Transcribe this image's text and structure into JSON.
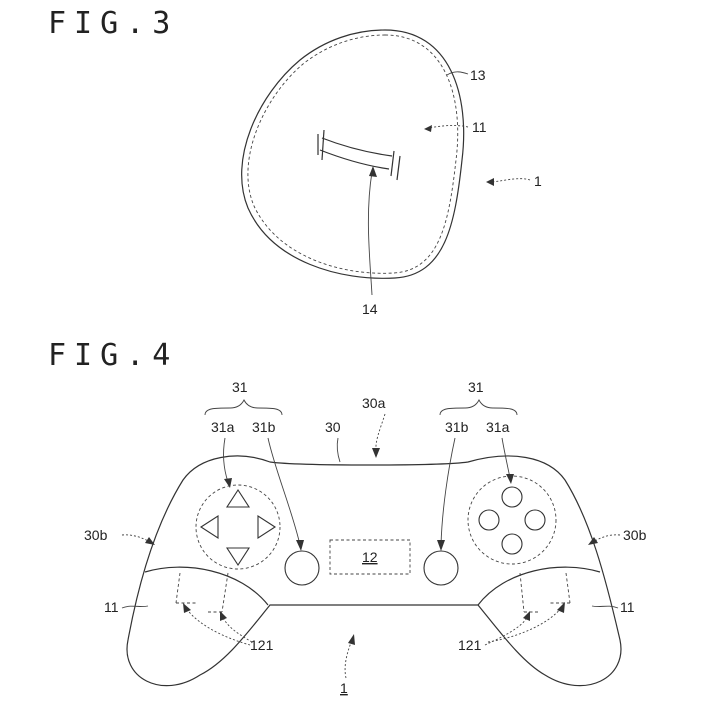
{
  "fig3": {
    "title": "FIG.3",
    "labels": {
      "outline": "13",
      "surface": "11",
      "device": "1",
      "slit": "14"
    }
  },
  "fig4": {
    "title": "FIG.4",
    "labels": {
      "group_left": "31",
      "group_right": "31",
      "pad_left": "31a",
      "stick_left": "31b",
      "body": "30",
      "top_edge": "30a",
      "stick_right": "31b",
      "pad_right": "31a",
      "side_left": "30b",
      "side_right": "30b",
      "display": "12",
      "grip_left": "11",
      "grip_right": "11",
      "sensor_left": "121",
      "sensor_right": "121",
      "device": "1"
    }
  }
}
